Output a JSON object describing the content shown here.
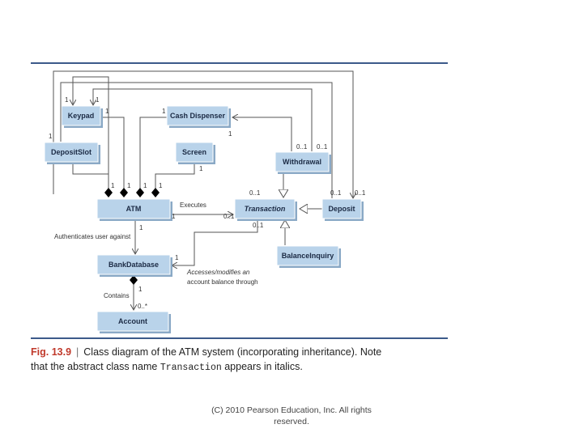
{
  "classes": {
    "keypad": "Keypad",
    "cash_dispenser": "Cash Dispenser",
    "deposit_slot": "DepositSlot",
    "screen": "Screen",
    "withdrawal": "Withdrawal",
    "atm": "ATM",
    "transaction": "Transaction",
    "deposit": "Deposit",
    "balance_inquiry": "BalanceInquiry",
    "bank_database": "BankDatabase",
    "account": "Account"
  },
  "multiplicities": {
    "keypad_top": "1",
    "keypad_top2": "1",
    "keypad_right": "1",
    "cash_left": "1",
    "cash_bottom": "1",
    "depositslot_top": "1",
    "screen_bottom": "1",
    "atm_a1": "1",
    "atm_a2": "1",
    "atm_a3": "1",
    "atm_a4": "1",
    "atm_right": "1",
    "atm_bottom": "1",
    "withdrawal_a": "0..1",
    "withdrawal_b": "0..1",
    "transaction_top": "0..1",
    "transaction_left": "0..1",
    "transaction_bottom": "0..1",
    "deposit_a": "0..1",
    "deposit_b": "0..1",
    "bankdb_right": "1",
    "bankdb_bottom": "1",
    "account_top": "0..*"
  },
  "labels": {
    "executes": "Executes",
    "authenticates": "Authenticates user against",
    "accesses_line1": "Accesses/modifies an",
    "accesses_line2": "account balance through",
    "contains": "Contains"
  },
  "caption": {
    "fig": "Fig. 13.9",
    "sep": "|",
    "text1": "Class diagram of the ATM system (incorporating inheritance). Note",
    "text2": "that the abstract class name",
    "code": "Transaction",
    "text3": "appears in italics."
  },
  "footer": {
    "line1": "(C) 2010 Pearson Education, Inc.  All rights",
    "line2": "reserved."
  }
}
